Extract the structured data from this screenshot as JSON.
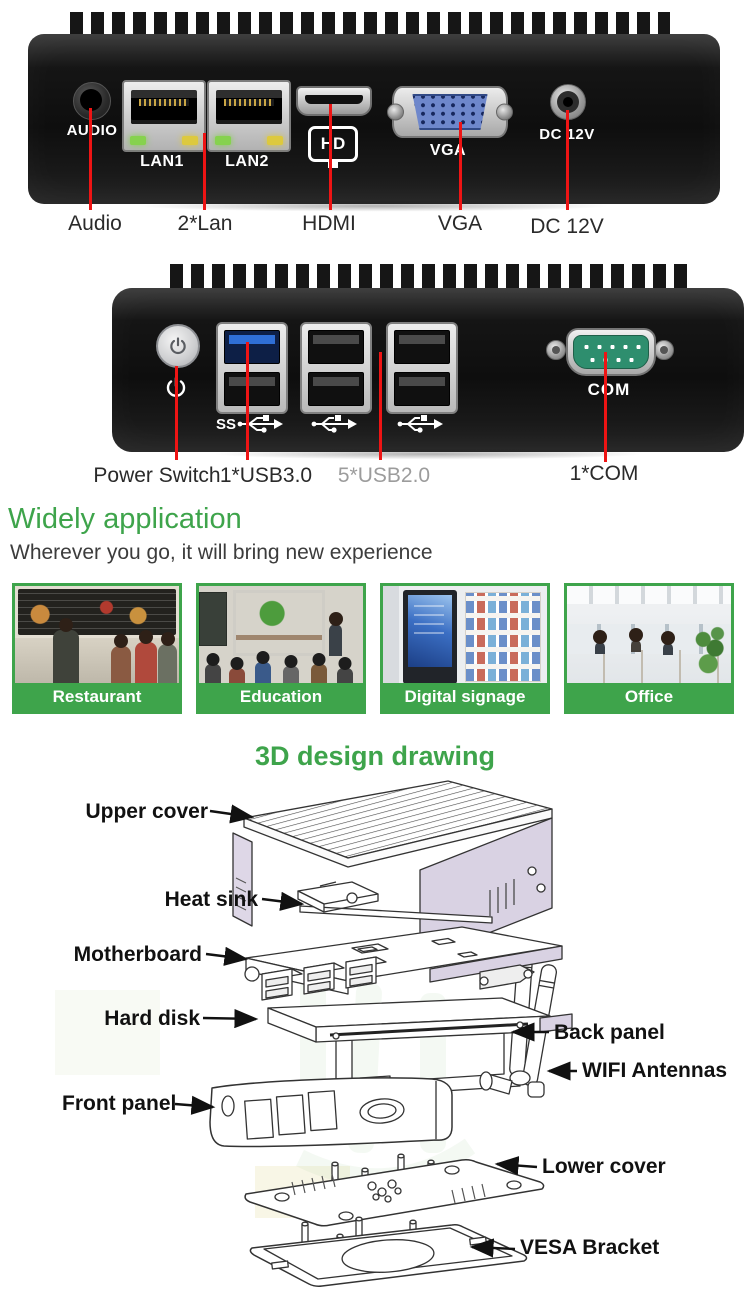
{
  "palette": {
    "accent_green": "#3ea44b",
    "callout_red": "#ee1414"
  },
  "front_view": {
    "device_labels": {
      "audio": "AUDIO",
      "lan1": "LAN1",
      "lan2": "LAN2",
      "hd_logo": "HD",
      "vga": "VGA",
      "dc": "DC 12V"
    },
    "callouts": [
      {
        "label": "Audio"
      },
      {
        "label": "2*Lan"
      },
      {
        "label": "HDMI"
      },
      {
        "label": "VGA"
      },
      {
        "label": "DC 12V"
      }
    ]
  },
  "rear_view": {
    "device_labels": {
      "com": "COM"
    },
    "callouts": [
      {
        "label": "Power Switch"
      },
      {
        "label": "1*USB3.0"
      },
      {
        "label": "5*USB2.0"
      },
      {
        "label": "1*COM"
      }
    ]
  },
  "applications": {
    "title": "Widely application",
    "subtitle": "Wherever you go, it will bring new experience",
    "items": [
      {
        "label": "Restaurant"
      },
      {
        "label": "Education"
      },
      {
        "label": "Digital signage"
      },
      {
        "label": "Office"
      }
    ]
  },
  "design_drawing": {
    "title": "3D design drawing",
    "parts": [
      {
        "label": "Upper cover"
      },
      {
        "label": "Heat sink"
      },
      {
        "label": "Motherboard"
      },
      {
        "label": "Hard disk"
      },
      {
        "label": "Back panel"
      },
      {
        "label": "WIFI Antennas"
      },
      {
        "label": "Front panel"
      },
      {
        "label": "Lower cover"
      },
      {
        "label": "VESA Bracket"
      }
    ]
  }
}
